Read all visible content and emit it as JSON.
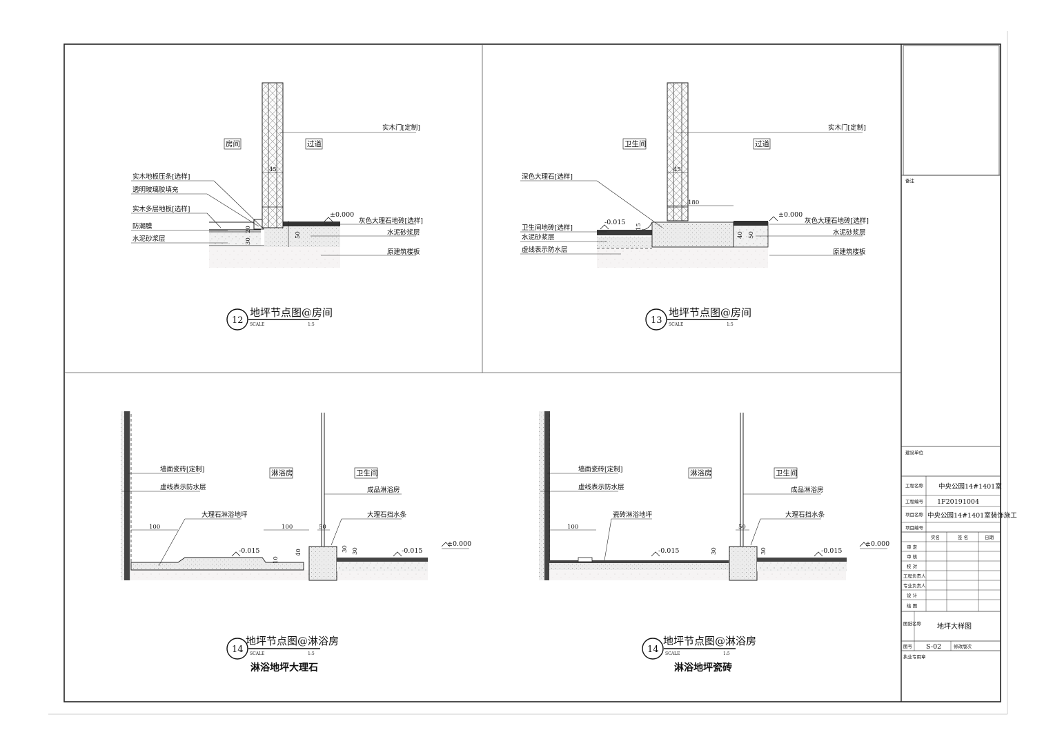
{
  "details": {
    "d12": {
      "number": "12",
      "title": "地坪节点图@房间",
      "scale_label": "SCALE",
      "scale": "1:5",
      "rooms": [
        "房间",
        "过道"
      ],
      "labels_left": [
        "实木地板压条[选样]",
        "透明玻璃胶填充",
        "实木多层地板[选样]",
        "防潮膜",
        "水泥砂浆层"
      ],
      "labels_right": [
        "实木门[定制]",
        "灰色大理石地砖[选样]",
        "水泥砂浆层",
        "原建筑楼板"
      ],
      "level": "±0.000",
      "dims": [
        "45",
        "20",
        "30",
        "50"
      ]
    },
    "d13": {
      "number": "13",
      "title": "地坪节点图@房间",
      "scale_label": "SCALE",
      "scale": "1:5",
      "rooms": [
        "卫生间",
        "过道"
      ],
      "labels_left": [
        "深色大理石[选样]",
        "卫生间地砖[选样]",
        "水泥砂浆层",
        "虚线表示防水层"
      ],
      "labels_right": [
        "实木门[定制]",
        "灰色大理石地砖[选样]",
        "水泥砂浆层",
        "原建筑楼板"
      ],
      "levels": [
        "-0.015",
        "±0.000"
      ],
      "dims": [
        "45",
        "180",
        "15",
        "40",
        "50"
      ]
    },
    "d14a": {
      "number": "14",
      "title": "地坪节点图@淋浴房",
      "scale_label": "SCALE",
      "scale": "1:5",
      "subtitle": "淋浴地坪大理石",
      "rooms": [
        "淋浴房",
        "卫生间"
      ],
      "labels": [
        "墙面瓷砖[定制]",
        "虚线表示防水层",
        "大理石淋浴地坪",
        "成品淋浴房",
        "大理石挡水条"
      ],
      "levels": [
        "-0.015",
        "-0.015",
        "±0.000"
      ],
      "dims": [
        "100",
        "100",
        "50",
        "10",
        "40",
        "30",
        "30"
      ]
    },
    "d14b": {
      "number": "14",
      "title": "地坪节点图@淋浴房",
      "scale_label": "SCALE",
      "scale": "1:5",
      "subtitle": "淋浴地坪瓷砖",
      "rooms": [
        "淋浴房",
        "卫生间"
      ],
      "labels": [
        "墙面瓷砖[定制]",
        "虚线表示防水层",
        "瓷砖淋浴地坪",
        "成品淋浴房",
        "大理石挡水条"
      ],
      "levels": [
        "-0.015",
        "-0.015",
        "±0.000"
      ],
      "dims": [
        "100",
        "50",
        "30",
        "30"
      ]
    }
  },
  "title_block": {
    "remarks_label": "备注",
    "client_label": "建设单位",
    "project_name_label": "工程名称",
    "project_name": "中央公园14#1401室",
    "project_no_label": "工程编号",
    "project_no": "1F20191004",
    "item_name_label": "项目名称",
    "item_name": "中央公园14#1401室装饰施工",
    "item_no_label": "项目编号",
    "col_headers": [
      "实名",
      "签 名",
      "日期"
    ],
    "roles": [
      "审 定",
      "审 核",
      "校 对",
      "工程负责人",
      "专业负责人",
      "设 计",
      "绘 图"
    ],
    "drawing_name_label": "图纸名称",
    "drawing_name": "地坪大样图",
    "drawing_no_label": "图号",
    "drawing_no": "S-02",
    "revision_label": "修改版次",
    "stamp_label": "执业专用章"
  }
}
